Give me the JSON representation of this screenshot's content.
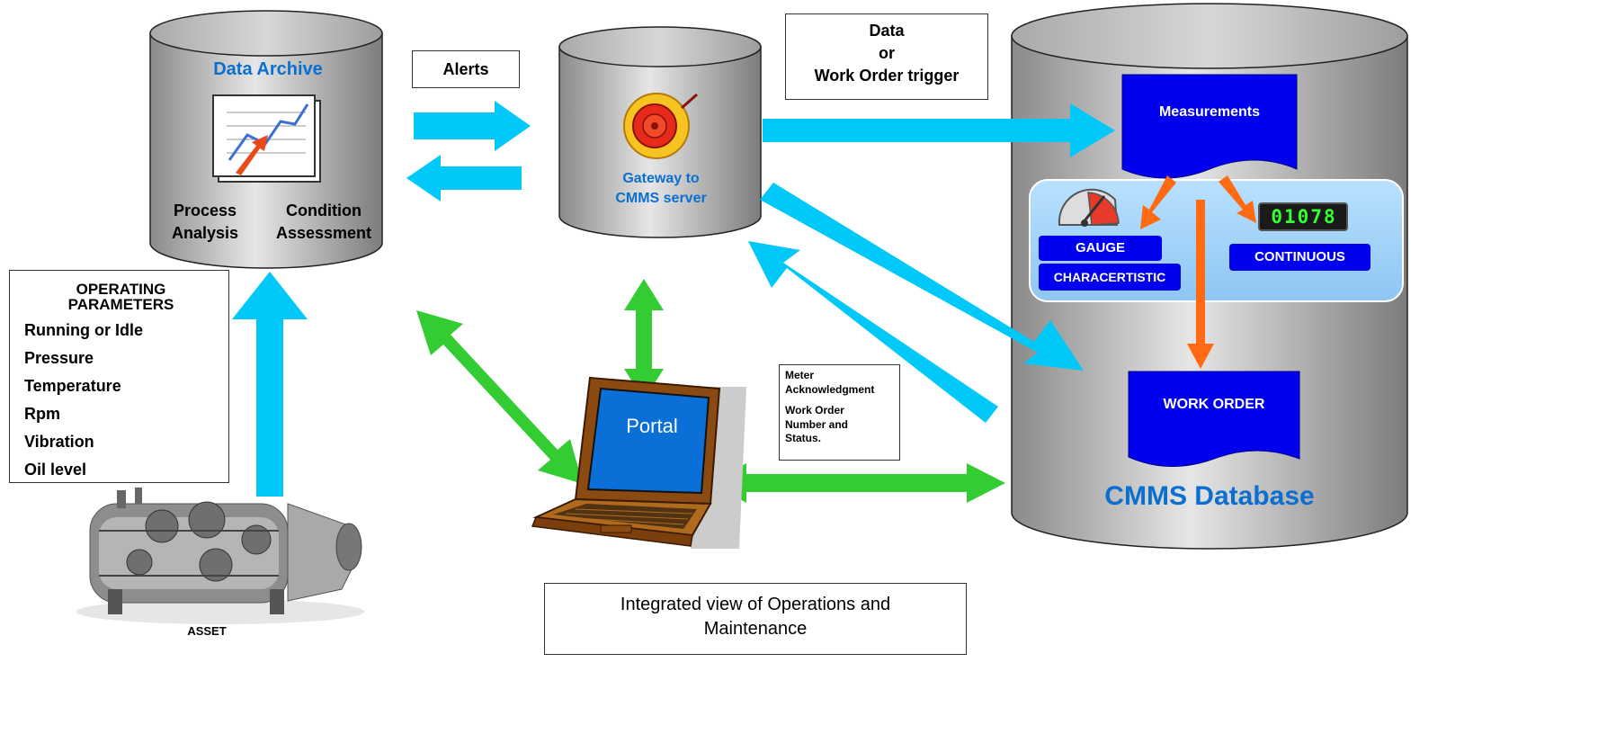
{
  "colors": {
    "cyan_arrow": "#00c8f8",
    "green_arrow": "#33cc33",
    "orange_arrow": "#ff6a13",
    "cylinder_gray": "#b9b9b9",
    "title_blue": "#0b6fd0",
    "doc_blue": "#0000ee",
    "panel_blue": "#9fd0f8"
  },
  "data_archive": {
    "title": "Data Archive",
    "label_left": "Process\nAnalysis",
    "label_right": "Condition\nAssessment",
    "icon": "chart-icon"
  },
  "alerts_label": "Alerts",
  "gateway": {
    "label": "Gateway to\nCMMS  server",
    "icon": "alarm-bell-icon"
  },
  "data_trigger_label": "Data\nor\nWork Order trigger",
  "cmms": {
    "title": "CMMS Database",
    "measurements": "Measurements",
    "work_order": "WORK ORDER",
    "gauge_label": "GAUGE",
    "characteristic_label": "CHARACERTISTIC",
    "continuous_label": "CONTINUOUS",
    "counter_value": "01078",
    "gauge_icon": "gauge-icon",
    "counter_icon": "digital-counter-icon"
  },
  "operating_parameters": {
    "title": "OPERATING\nPARAMETERS",
    "items": [
      "Running or Idle",
      "Pressure",
      "Temperature",
      "Rpm",
      "Vibration",
      "Oil level"
    ]
  },
  "asset_label": "ASSET",
  "asset_icon": "turbine-icon",
  "portal": {
    "label": "Portal",
    "icon": "laptop-icon"
  },
  "meter_box": {
    "line1": "Meter\nAcknowledgment",
    "line2": "Work Order\nNumber and\nStatus."
  },
  "caption": "Integrated view of Operations and\nMaintenance"
}
